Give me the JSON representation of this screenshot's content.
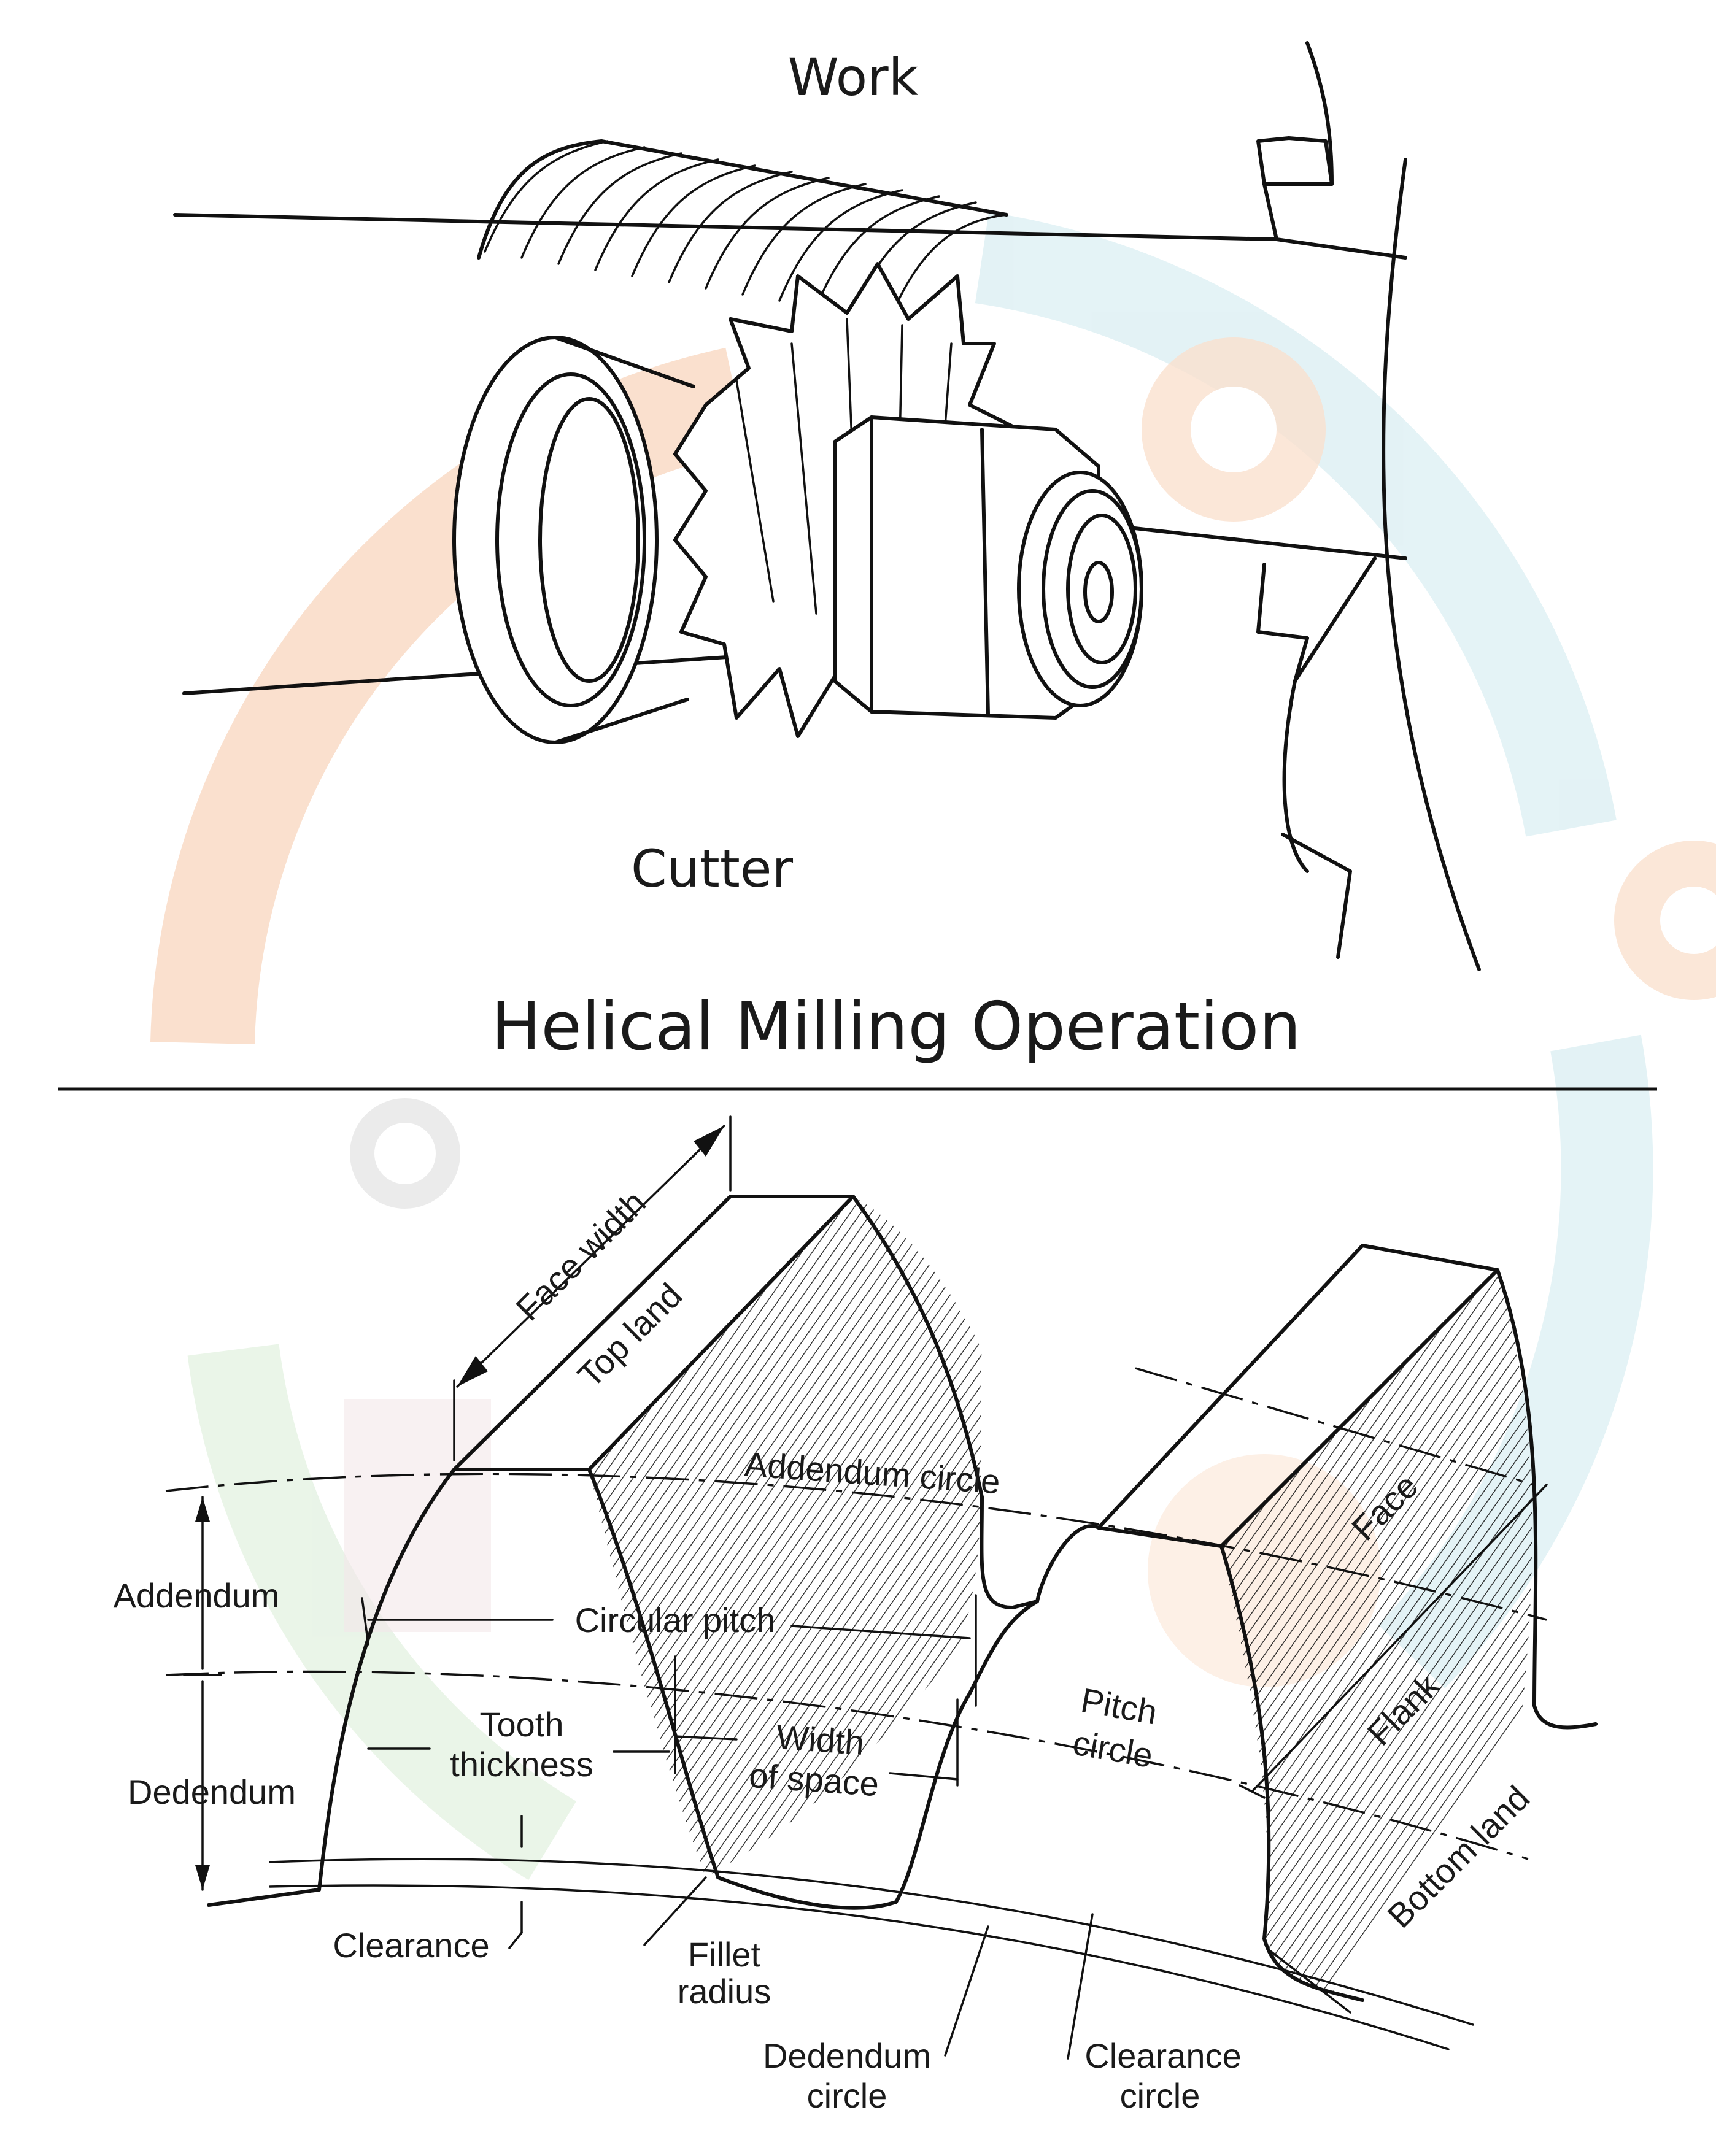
{
  "top_figure": {
    "work_label": "Work",
    "cutter_label": "Cutter",
    "caption": "Helical Milling Operation"
  },
  "gear_figure": {
    "labels": {
      "face_width": "Face width",
      "top_land": "Top land",
      "addendum_circle": "Addendum circle",
      "addendum": "Addendum",
      "circular_pitch": "Circular pitch",
      "face": "Face",
      "tooth": "Tooth",
      "thickness": "thickness",
      "width": "Width",
      "of_space": "of space",
      "pitch": "Pitch",
      "circle": "circle",
      "flank": "Flank",
      "dedendum": "Dedendum",
      "bottom_land": "Bottom land",
      "clearance": "Clearance",
      "fillet": "Fillet",
      "radius": "radius",
      "dedendum_circle_1": "Dedendum",
      "dedendum_circle_2": "circle",
      "clearance_circle_1": "Clearance",
      "clearance_circle_2": "circle"
    }
  },
  "colors": {
    "ink": "#111111",
    "watermark_orange": "#f6c7a6",
    "watermark_teal": "#cde9ee",
    "watermark_green": "#d8ecd6"
  }
}
